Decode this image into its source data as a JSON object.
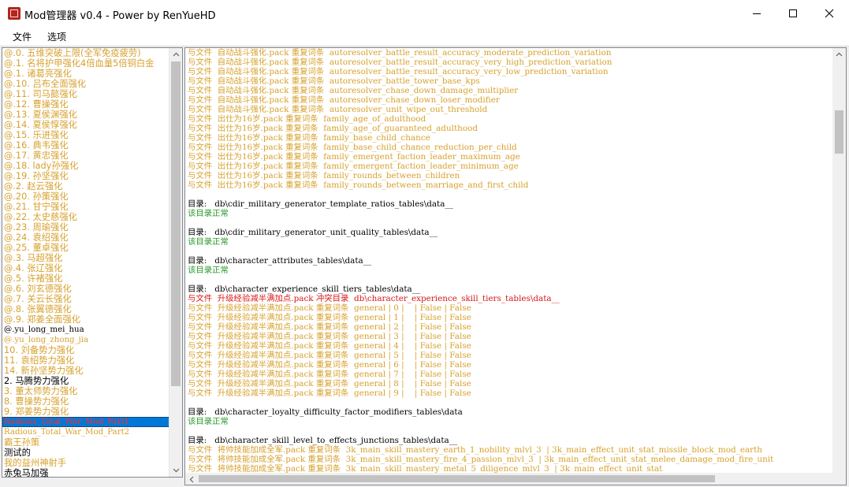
{
  "window": {
    "title": "Mod管理器 v0.4 - Power by RenYueHD"
  },
  "menu": {
    "file": "文件",
    "options": "选项"
  },
  "mod_list": [
    {
      "text": "@.0. 五维突破上限(全军免疫疲劳)",
      "color": "orange"
    },
    {
      "text": "@.1. 名将护甲强化4倍血量5倍铜白金",
      "color": "orange"
    },
    {
      "text": "@.1. 诸葛亮强化",
      "color": "orange"
    },
    {
      "text": "@.10. 吕布全面强化",
      "color": "orange"
    },
    {
      "text": "@.11. 司马懿强化",
      "color": "orange"
    },
    {
      "text": "@.12. 曹操强化",
      "color": "orange"
    },
    {
      "text": "@.13. 夏侯渊强化",
      "color": "orange"
    },
    {
      "text": "@.14. 夏侯惇强化",
      "color": "orange"
    },
    {
      "text": "@.15. 乐进强化",
      "color": "orange"
    },
    {
      "text": "@.16. 典韦强化",
      "color": "orange"
    },
    {
      "text": "@.17. 黄忠强化",
      "color": "orange"
    },
    {
      "text": "@.18. lady孙强化",
      "color": "orange"
    },
    {
      "text": "@.19. 孙坚强化",
      "color": "orange"
    },
    {
      "text": "@.2. 赵云强化",
      "color": "orange"
    },
    {
      "text": "@.20. 孙策强化",
      "color": "orange"
    },
    {
      "text": "@.21. 甘宁强化",
      "color": "orange"
    },
    {
      "text": "@.22. 太史慈强化",
      "color": "orange"
    },
    {
      "text": "@.23. 周瑜强化",
      "color": "orange"
    },
    {
      "text": "@.24. 袁绍强化",
      "color": "orange"
    },
    {
      "text": "@.25. 董卓强化",
      "color": "orange"
    },
    {
      "text": "@.3. 马超强化",
      "color": "orange"
    },
    {
      "text": "@.4. 张辽强化",
      "color": "orange"
    },
    {
      "text": "@.5. 许褚强化",
      "color": "orange"
    },
    {
      "text": "@.6. 刘玄德强化",
      "color": "orange"
    },
    {
      "text": "@.7. 关云长强化",
      "color": "orange"
    },
    {
      "text": "@.8. 张翼德强化",
      "color": "orange"
    },
    {
      "text": "@.9. 郑姜全面强化",
      "color": "orange"
    },
    {
      "text": "@.yu_long_mei_hua",
      "color": "black",
      "mono": true
    },
    {
      "text": "@.yu_long_zhong_jia",
      "color": "orange",
      "mono": true
    },
    {
      "text": "10. 刘备势力强化",
      "color": "orange"
    },
    {
      "text": "11. 袁绍势力强化",
      "color": "orange"
    },
    {
      "text": "14. 新孙坚势力强化",
      "color": "orange"
    },
    {
      "text": "2. 马腾势力强化",
      "color": "black"
    },
    {
      "text": "3. 董太师势力强化",
      "color": "orange"
    },
    {
      "text": "8. 曹操势力强化",
      "color": "orange"
    },
    {
      "text": "9. 郑姜势力强化",
      "color": "orange"
    },
    {
      "text": "Radious_Total_War_Mod_Part1",
      "color": "selected",
      "mono": true
    },
    {
      "text": "Radious_Total_War_Mod_Part2",
      "color": "orange",
      "mono": true
    },
    {
      "text": "霸王孙策",
      "color": "orange"
    },
    {
      "text": "测试的",
      "color": "black"
    },
    {
      "text": "我的益州神射手",
      "color": "orange"
    },
    {
      "text": "赤兔马加强",
      "color": "black"
    }
  ],
  "log_lines": [
    {
      "text": "与文件  自动战斗强化.pack 重复词条  autoresolver_battle_result_accuracy_moderate_prediction_variation",
      "color": "orange"
    },
    {
      "text": "与文件  自动战斗强化.pack 重复词条  autoresolver_battle_result_accuracy_very_high_prediction_variation",
      "color": "orange"
    },
    {
      "text": "与文件  自动战斗强化.pack 重复词条  autoresolver_battle_result_accuracy_very_low_prediction_variation",
      "color": "orange"
    },
    {
      "text": "与文件  自动战斗强化.pack 重复词条  autoresolver_battle_tower_base_kps",
      "color": "orange"
    },
    {
      "text": "与文件  自动战斗强化.pack 重复词条  autoresolver_chase_down_damage_multiplier",
      "color": "orange"
    },
    {
      "text": "与文件  自动战斗强化.pack 重复词条  autoresolver_chase_down_loser_modifier",
      "color": "orange"
    },
    {
      "text": "与文件  自动战斗强化.pack 重复词条  autoresolver_unit_wipe_out_threshold",
      "color": "orange"
    },
    {
      "text": "与文件  出仕为16岁.pack 重复词条  family_age_of_adulthood",
      "color": "orange"
    },
    {
      "text": "与文件  出仕为16岁.pack 重复词条  family_age_of_guaranteed_adulthood",
      "color": "orange"
    },
    {
      "text": "与文件  出仕为16岁.pack 重复词条  family_base_child_chance",
      "color": "orange"
    },
    {
      "text": "与文件  出仕为16岁.pack 重复词条  family_base_child_chance_reduction_per_child",
      "color": "orange"
    },
    {
      "text": "与文件  出仕为16岁.pack 重复词条  family_emergent_faction_leader_maximum_age",
      "color": "orange"
    },
    {
      "text": "与文件  出仕为16岁.pack 重复词条  family_emergent_faction_leader_minimum_age",
      "color": "orange"
    },
    {
      "text": "与文件  出仕为16岁.pack 重复词条  family_rounds_between_children",
      "color": "orange"
    },
    {
      "text": "与文件  出仕为16岁.pack 重复词条  family_rounds_between_marriage_and_first_child",
      "color": "orange"
    },
    {
      "text": "",
      "color": "blank"
    },
    {
      "text": "目录:   db\\cdir_military_generator_template_ratios_tables\\data__",
      "color": "black"
    },
    {
      "text": "该目录正常",
      "color": "green"
    },
    {
      "text": "",
      "color": "blank"
    },
    {
      "text": "目录:   db\\cdir_military_generator_unit_quality_tables\\data__",
      "color": "black"
    },
    {
      "text": "该目录正常",
      "color": "green"
    },
    {
      "text": "",
      "color": "blank"
    },
    {
      "text": "目录:   db\\character_attributes_tables\\data__",
      "color": "black"
    },
    {
      "text": "该目录正常",
      "color": "green"
    },
    {
      "text": "",
      "color": "blank"
    },
    {
      "text": "目录:   db\\character_experience_skill_tiers_tables\\data__",
      "color": "black"
    },
    {
      "text": "与文件  升级经验减半满加点.pack 冲突目录  db\\character_experience_skill_tiers_tables\\data__",
      "color": "red"
    },
    {
      "text": "与文件  升级经验减半满加点.pack 重复词条  general | 0 |    | False | False",
      "color": "orange"
    },
    {
      "text": "与文件  升级经验减半满加点.pack 重复词条  general | 1 |    | False | False",
      "color": "orange"
    },
    {
      "text": "与文件  升级经验减半满加点.pack 重复词条  general | 2 |    | False | False",
      "color": "orange"
    },
    {
      "text": "与文件  升级经验减半满加点.pack 重复词条  general | 3 |    | False | False",
      "color": "orange"
    },
    {
      "text": "与文件  升级经验减半满加点.pack 重复词条  general | 4 |    | False | False",
      "color": "orange"
    },
    {
      "text": "与文件  升级经验减半满加点.pack 重复词条  general | 5 |    | False | False",
      "color": "orange"
    },
    {
      "text": "与文件  升级经验减半满加点.pack 重复词条  general | 6 |    | False | False",
      "color": "orange"
    },
    {
      "text": "与文件  升级经验减半满加点.pack 重复词条  general | 7 |    | False | False",
      "color": "orange"
    },
    {
      "text": "与文件  升级经验减半满加点.pack 重复词条  general | 8 |    | False | False",
      "color": "orange"
    },
    {
      "text": "与文件  升级经验减半满加点.pack 重复词条  general | 9 |    | False | False",
      "color": "orange"
    },
    {
      "text": "",
      "color": "blank"
    },
    {
      "text": "目录:   db\\character_loyalty_difficulty_factor_modifiers_tables\\data",
      "color": "black"
    },
    {
      "text": "该目录正常",
      "color": "green"
    },
    {
      "text": "",
      "color": "blank"
    },
    {
      "text": "目录:   db\\character_skill_level_to_effects_junctions_tables\\data__",
      "color": "black"
    },
    {
      "text": "与文件  将帅技能加成全军.pack 重复词条  3k_main_skill_mastery_earth_1_nobility_mlvl_3  | 3k_main_effect_unit_stat_missile_block_mod_earth",
      "color": "orange"
    },
    {
      "text": "与文件  将帅技能加成全军.pack 重复词条  3k_main_skill_mastery_fire_4_passion_mlvl_3  | 3k_main_effect_unit_stat_melee_damage_mod_fire_unit",
      "color": "orange"
    },
    {
      "text": "与文件  将帅技能加成全军.pack 重复词条  3k_main_skill_mastery_metal_5_diligence_mlvl_3  | 3k_main_effect_unit_stat",
      "color": "orange"
    }
  ]
}
